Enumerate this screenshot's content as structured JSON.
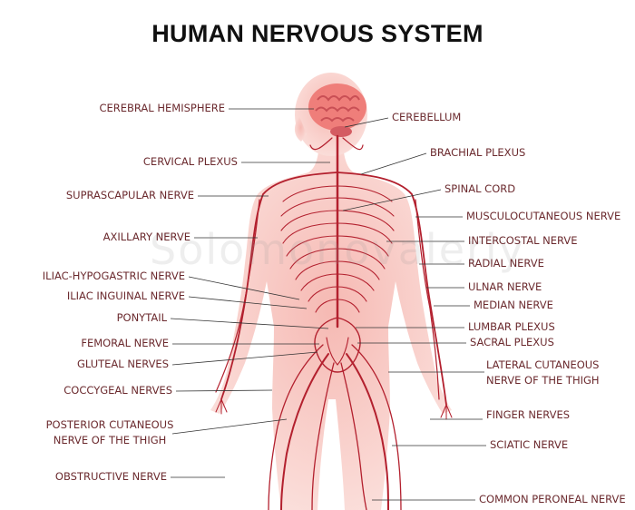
{
  "title": "HUMAN NERVOUS SYSTEM",
  "watermark": "Solomonovaleriy",
  "colors": {
    "label": "#6b2a2e",
    "nerve": "#b3202e",
    "body": "#f7c9c4",
    "brain": "#ef7e7a"
  },
  "labels_left": {
    "cerebral_hemisphere": "CEREBRAL HEMISPHERE",
    "cervical_plexus": "CERVICAL PLEXUS",
    "suprascapular_nerve": "SUPRASCAPULAR NERVE",
    "axillary_nerve": "AXILLARY NERVE",
    "iliac_hypogastric_nerve": "ILIAC-HYPOGASTRIC NERVE",
    "iliac_inguinal_nerve": "ILIAC INGUINAL NERVE",
    "ponytail": "PONYTAIL",
    "femoral_nerve": "FEMORAL NERVE",
    "gluteal_nerves": "GLUTEAL NERVES",
    "coccygeal_nerves": "COCCYGEAL NERVES",
    "posterior_cutaneous_1": "POSTERIOR CUTANEOUS",
    "posterior_cutaneous_2": "NERVE OF THE THIGH",
    "obstructive_nerve": "OBSTRUCTIVE NERVE"
  },
  "labels_right": {
    "cerebellum": "CEREBELLUM",
    "brachial_plexus": "BRACHIAL PLEXUS",
    "spinal_cord": "SPINAL CORD",
    "musculocutaneous_nerve": "MUSCULOCUTANEOUS NERVE",
    "intercostal_nerve": "INTERCOSTAL NERVE",
    "radial_nerve": "RADIAL NERVE",
    "ulnar_nerve": "ULNAR NERVE",
    "median_nerve": "MEDIAN NERVE",
    "lumbar_plexus": "LUMBAR PLEXUS",
    "sacral_plexus": "SACRAL PLEXUS",
    "lateral_cutaneous_1": "LATERAL CUTANEOUS",
    "lateral_cutaneous_2": "NERVE OF THE THIGH",
    "finger_nerves": "FINGER NERVES",
    "sciatic_nerve": "SCIATIC NERVE",
    "common_peroneal_nerve": "COMMON PERONEAL NERVE"
  }
}
